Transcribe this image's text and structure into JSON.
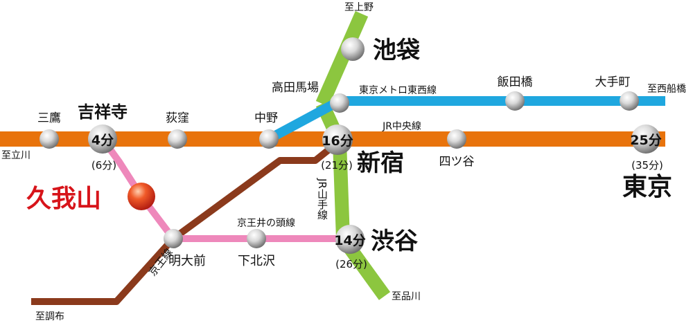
{
  "colors": {
    "chuo_line": "#e8730c",
    "tozai_line": "#1fa7df",
    "yamanote_line": "#8cc63f",
    "keio_line": "#8b3a1c",
    "inokashira_line": "#ee88bb",
    "home_station": "#e0301e",
    "home_label": "#d7141a"
  },
  "line_labels": {
    "chuo": "JR中央線",
    "tozai": "東京メトロ東西線",
    "yamanote": "JR山手線",
    "inokashira": "京王井の頭線",
    "keio": "京王線"
  },
  "directions": {
    "ueno": "至上野",
    "nishifunabashi": "至西船橋",
    "tachikawa": "至立川",
    "shinagawa": "至品川",
    "chofu": "至調布"
  },
  "stations": {
    "ikebukuro": "池袋",
    "takadanobaba": "高田馬場",
    "iidabashi": "飯田橋",
    "otemachi": "大手町",
    "mitaka": "三鷹",
    "kichijoji": "吉祥寺",
    "ogikubo": "荻窪",
    "nakano": "中野",
    "shinjuku": "新宿",
    "yotsuya": "四ツ谷",
    "tokyo": "東京",
    "kugayama": "久我山",
    "meidaimae": "明大前",
    "shimokitazawa": "下北沢",
    "shibuya": "渋谷"
  },
  "times": {
    "kichijoji": "4分",
    "kichijoji_alt": "(6分)",
    "shinjuku": "16分",
    "shinjuku_alt": "(21分)",
    "shibuya": "14分",
    "shibuya_alt": "(26分)",
    "tokyo": "25分",
    "tokyo_alt": "(35分)"
  }
}
